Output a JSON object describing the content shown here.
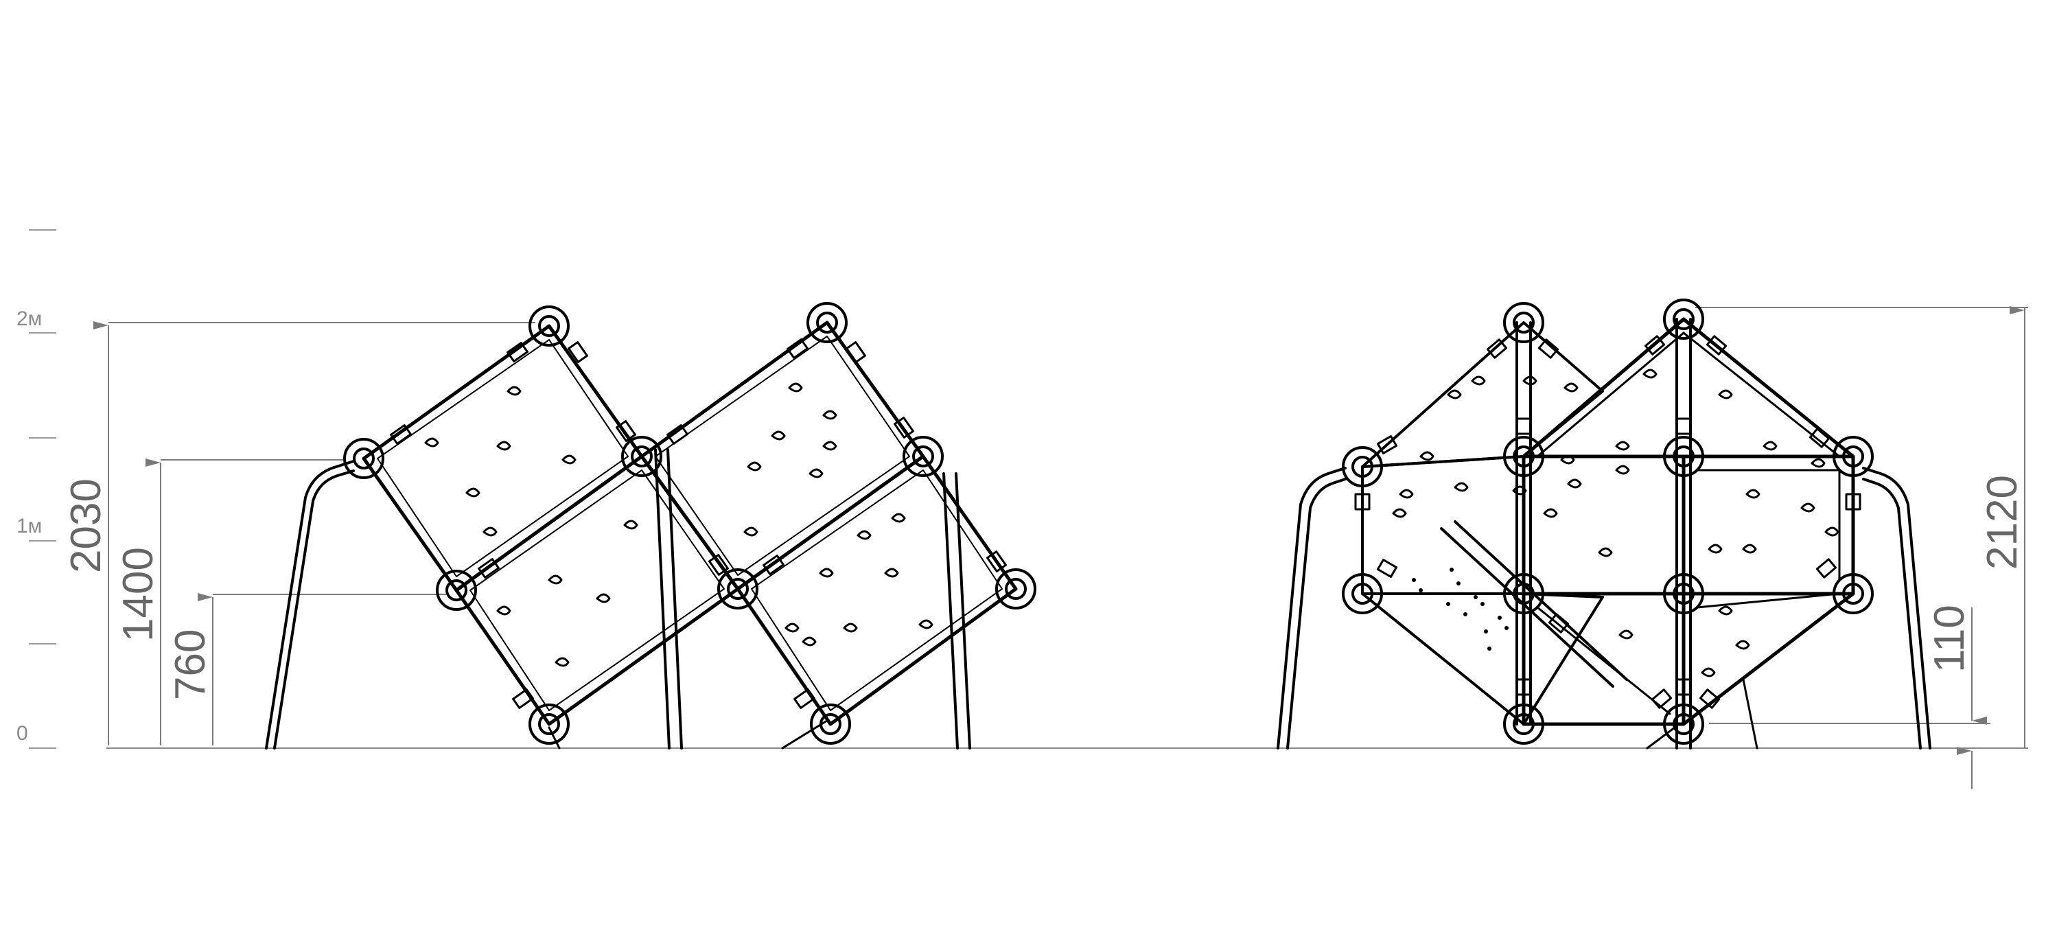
{
  "scale": {
    "labels": [
      "0",
      "1м",
      "2м"
    ]
  },
  "dimensions": {
    "left_view": [
      "2030",
      "1400",
      "760"
    ],
    "right_view": [
      "2120",
      "110"
    ]
  },
  "views": [
    "side-elevation",
    "front-elevation"
  ]
}
